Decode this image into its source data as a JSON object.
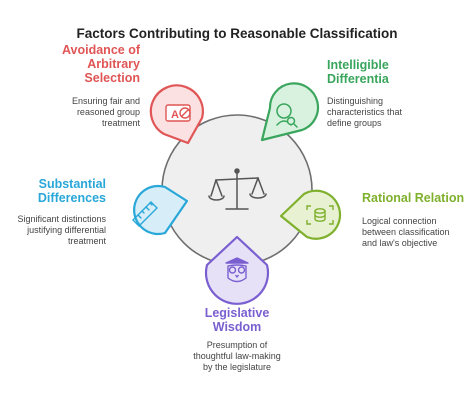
{
  "title": "Factors Contributing to Reasonable Classification",
  "center": {
    "icon": "scales-of-justice-icon"
  },
  "factors": [
    {
      "heading_lines": [
        "Avoidance of",
        "Arbitrary",
        "Selection"
      ],
      "description_lines": [
        "Ensuring fair and",
        "reasoned group",
        "treatment"
      ],
      "color": "#e05555",
      "fill": "#fbe1e1",
      "icon": "ban-sign-icon"
    },
    {
      "heading_lines": [
        "Intelligible",
        "Differentia"
      ],
      "description_lines": [
        "Distinguishing",
        "characteristics that",
        "define groups"
      ],
      "color": "#3aa55c",
      "fill": "#d9f2e0",
      "icon": "user-search-icon"
    },
    {
      "heading_lines": [
        "Rational Relation"
      ],
      "description_lines": [
        "Logical connection",
        "between classification",
        "and law's objective"
      ],
      "color": "#7fb02e",
      "fill": "#e8f2d2",
      "icon": "database-target-icon"
    },
    {
      "heading_lines": [
        "Legislative",
        "Wisdom"
      ],
      "description_lines": [
        "Presumption of",
        "thoughtful law-making",
        "by the legislature"
      ],
      "color": "#7a5fd0",
      "fill": "#e7e1f8",
      "icon": "owl-icon"
    },
    {
      "heading_lines": [
        "Substantial",
        "Differences"
      ],
      "description_lines": [
        "Significant distinctions",
        "justifying differential",
        "treatment"
      ],
      "color": "#28a7d8",
      "fill": "#d7eef9",
      "icon": "ruler-icon"
    }
  ]
}
